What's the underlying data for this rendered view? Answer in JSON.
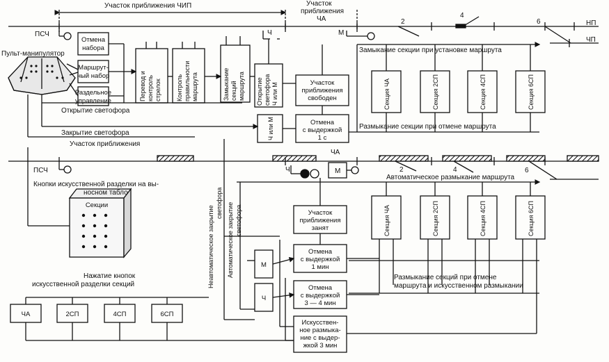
{
  "top": {
    "approach_chip": "Участок приближения ЧИП",
    "approach_cha_1": "Участок",
    "approach_cha_2": "приближения",
    "approach_cha_3": "ЧА",
    "psch": "ПСЧ",
    "console": "Пульт-манипулятор",
    "chi": "Ч",
    "m": "М",
    "np": "НП",
    "chp": "ЧП",
    "n2": "2",
    "n4": "4",
    "n6": "6",
    "lock_text": "Замыкание секции при установке маршрута",
    "unlock_text": "Размыкание секции при отмене маршрута",
    "open_signal": "Открытие светофора",
    "close_signal": "Закрытие светофора",
    "approach_area": "Участок приближения"
  },
  "top_boxes": {
    "cancel_set": [
      "Отмена",
      "набора"
    ],
    "route_set": [
      "Маршрут-",
      "ный набор"
    ],
    "separate": [
      "Раздельное",
      "управление"
    ],
    "switch": [
      "Перевод и",
      "контроль",
      "стрелок"
    ],
    "control": [
      "Контроль",
      "правильности",
      "маршрута"
    ],
    "lock_sections": [
      "Замыкание",
      "секций",
      "маршрута"
    ],
    "open_sig": [
      "Открытие",
      "светофора",
      "Ч или М"
    ],
    "approach_free": [
      "Участок",
      "приближения",
      "свободен"
    ],
    "cancel_delay": [
      "Отмена",
      "с выдержкой",
      "1 с"
    ],
    "ch_or_m": "Ч или М",
    "sec_cha": "Секция ЧА",
    "sec_2sp": "Секция 2СП",
    "sec_4sp": "Секция 4СП",
    "sec_6sp": "Секция 6СП"
  },
  "bottom": {
    "psch": "ПСЧ",
    "cha": "ЧА",
    "chi": "Ч",
    "m": "М",
    "n2": "2",
    "n4": "4",
    "n6": "6",
    "buttons_panel": [
      "Кнопки искусственной разделки на вы-",
      "носном табло"
    ],
    "auto_unlock": "Автоматическое размыкание маршрута",
    "sections": "Секции",
    "press_buttons": [
      "Нажатие кнопок",
      "искусственной разделки секций"
    ],
    "btn_cha": "ЧА",
    "btn_2sp": "2СП",
    "btn_4sp": "4СП",
    "btn_6sp": "6СП",
    "nonauto_close": "Неавтоматическое закрытие",
    "signal_1": "светофора",
    "auto_close": "Автоматическое закрытие",
    "signal_2": "светофора",
    "m_box": "М",
    "ch_box": "Ч",
    "approach_busy": [
      "Участок",
      "приближения",
      "занят"
    ],
    "cancel_1min": [
      "Отмена",
      "с выдержкой",
      "1 мин"
    ],
    "cancel_34min": [
      "Отмена",
      "с выдержкой",
      "3 — 4 мин"
    ],
    "artificial": [
      "Искусствен-",
      "ное размыка-",
      "ние с выдер-",
      "жкой 3 мин"
    ],
    "unlock_text": [
      "Размыкание секций при отмене",
      "маршрута и искусственном размыкании"
    ],
    "sec_cha": "Секция ЧА",
    "sec_2sp": "Секция 2СП",
    "sec_4sp": "Секция 4СП",
    "sec_6sp": "Секция 6СП"
  }
}
